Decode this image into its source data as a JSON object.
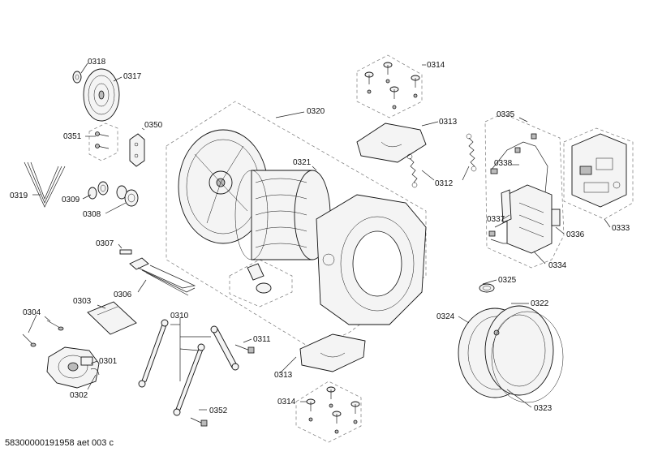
{
  "footer": "58300000191958 aet 003 c",
  "labels": {
    "l0318": "0318",
    "l0317": "0317",
    "l0314a": "0314",
    "l0320": "0320",
    "l0351": "0351",
    "l0350": "0350",
    "l0313a": "0313",
    "l0335": "0335",
    "l0321": "0321",
    "l0312": "0312",
    "l0338": "0338",
    "l0319": "0319",
    "l0309": "0309",
    "l0308": "0308",
    "l0333": "0333",
    "l0337": "0337",
    "l0336": "0336",
    "l0307": "0307",
    "l0334": "0334",
    "l0306": "0306",
    "l0325": "0325",
    "l0303": "0303",
    "l0324": "0324",
    "l0322": "0322",
    "l0304": "0304",
    "l0310": "0310",
    "l0311": "0311",
    "l0301": "0301",
    "l0313b": "0313",
    "l0302": "0302",
    "l0314b": "0314",
    "l0323": "0323",
    "l0352": "0352"
  }
}
